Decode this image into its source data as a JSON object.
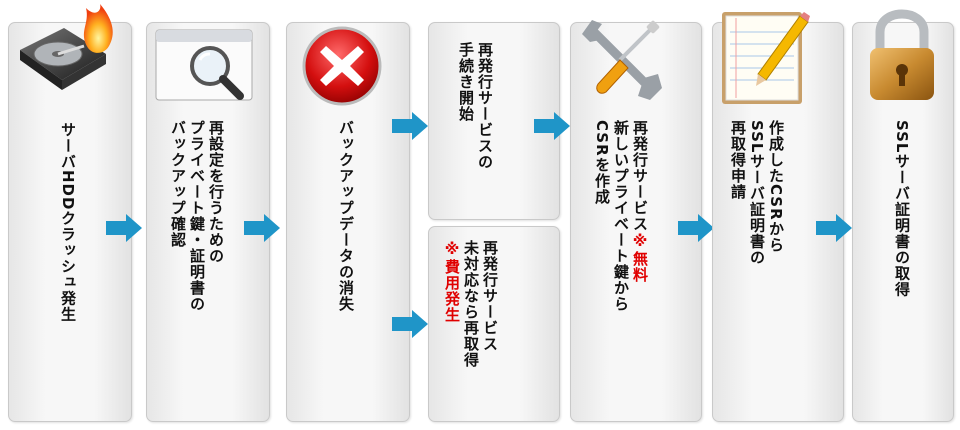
{
  "steps": [
    {
      "icon": "hard-drive-fire-icon",
      "lines": [
        "サーバHDDクラッシュ発生"
      ]
    },
    {
      "icon": "magnifier-window-icon",
      "lines": [
        "再設定を行うための",
        "プライベート鍵・証明書の",
        "バックアップ確認"
      ]
    },
    {
      "icon": "red-x-icon",
      "lines": [
        "バックアップデータの消失"
      ]
    },
    {
      "icon": null,
      "lines": [
        "再発行サービスの",
        "手続き開始"
      ]
    },
    {
      "icon": null,
      "lines": [
        "再発行サービス",
        "未対応なら再取得"
      ],
      "note": "※費用発生"
    },
    {
      "icon": "tools-icon",
      "lines_before_note": "再発行サービス",
      "note": "※無料",
      "lines": [
        "新しいプライベート鍵から",
        "CSRを作成"
      ]
    },
    {
      "icon": "notepad-pencil-icon",
      "lines": [
        "作成したCSRから",
        "SSLサーバ証明書の",
        "再取得申請"
      ]
    },
    {
      "icon": "padlock-icon",
      "lines": [
        "SSLサーバ証明書の取得"
      ]
    }
  ],
  "colors": {
    "arrow": "#1f95c8",
    "note": "#e00000"
  }
}
